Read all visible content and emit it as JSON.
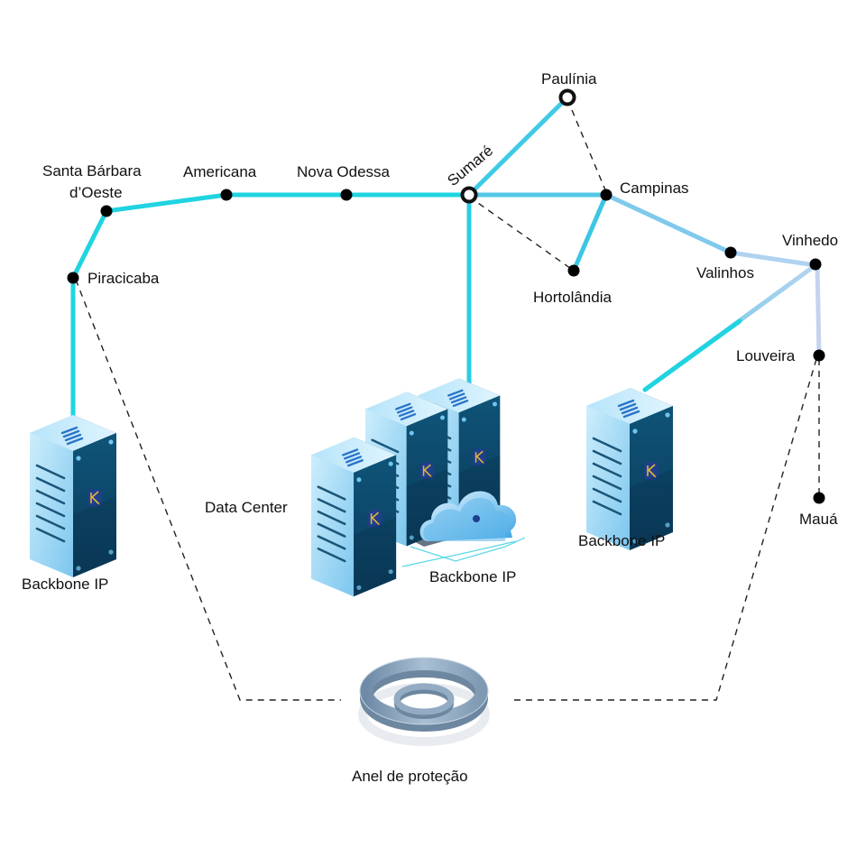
{
  "diagram": {
    "nodes": {
      "santa_barbara": {
        "label_line1": "Santa Bárbara",
        "label_line2": "d’Oeste"
      },
      "americana": {
        "label": "Americana"
      },
      "nova_odessa": {
        "label": "Nova Odessa"
      },
      "sumare": {
        "label": "Sumaré",
        "type": "hub"
      },
      "paulinia": {
        "label": "Paulínia",
        "type": "hub"
      },
      "campinas": {
        "label": "Campinas"
      },
      "hortolandia": {
        "label": "Hortolândia"
      },
      "valinhos": {
        "label": "Valinhos"
      },
      "vinhedo": {
        "label": "Vinhedo"
      },
      "louveira": {
        "label": "Louveira"
      },
      "maua": {
        "label": "Mauá"
      },
      "piracicaba": {
        "label": "Piracicaba"
      }
    },
    "servers": {
      "left": {
        "label": "Backbone IP"
      },
      "datacenter": {
        "label": "Data Center",
        "sublabel": "Backbone IP"
      },
      "right": {
        "label": "Backbone IP"
      }
    },
    "ring": {
      "label": "Anel de proteção"
    },
    "colors": {
      "link_primary": "#1fd4e0",
      "link_secondary": "#5cc4e8",
      "link_light": "#a9cfee",
      "link_lavender": "#c5d3f0",
      "node": "#000000",
      "dashed": "#222222",
      "server_front": "#0d4a6e",
      "server_side": "#9fd8f5",
      "server_top": "#c9ecfb",
      "ring": "#8fa9c2"
    }
  }
}
